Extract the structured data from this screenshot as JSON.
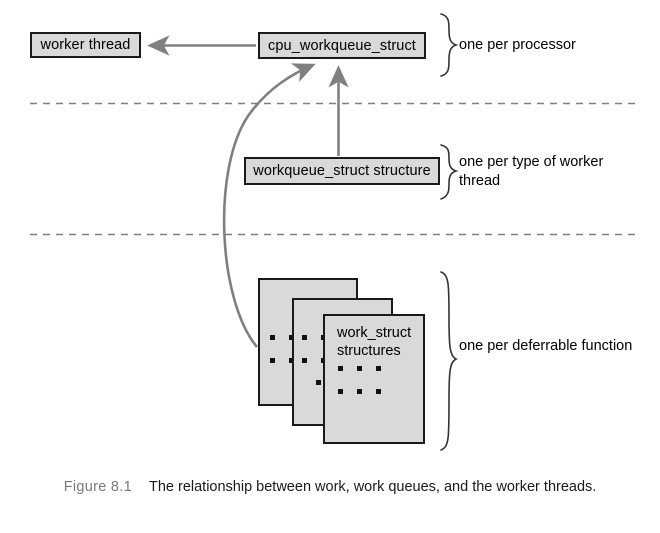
{
  "figure": {
    "number": "Figure 8.1",
    "caption": "The relationship between work, work queues, and the worker threads."
  },
  "boxes": {
    "worker_thread": "worker thread",
    "cpu_workqueue_struct": "cpu_workqueue_struct",
    "workqueue_struct": "workqueue_struct structure",
    "work_struct_line1": "work_struct",
    "work_struct_line2": "structures"
  },
  "annotations": {
    "tier1": "one per processor",
    "tier2": "one per type of worker thread",
    "tier3": "one per deferrable function"
  },
  "colors": {
    "box_fill": "#d9d9d9",
    "box_border": "#1a1a1a",
    "arrow": "#808080",
    "curve": "#808080",
    "divider": "#808080",
    "brace": "#333333",
    "caption_number": "#7a7a7a",
    "text": "#000000"
  },
  "chart_data": {
    "type": "diagram",
    "title": "The relationship between work, work queues, and the worker threads.",
    "tiers": [
      {
        "name": "one per processor",
        "nodes": [
          "worker thread",
          "cpu_workqueue_struct"
        ]
      },
      {
        "name": "one per type of worker thread",
        "nodes": [
          "workqueue_struct structure"
        ]
      },
      {
        "name": "one per deferrable function",
        "nodes": [
          "work_struct structures"
        ]
      }
    ],
    "edges": [
      {
        "from": "cpu_workqueue_struct",
        "to": "worker thread",
        "style": "straight-arrow"
      },
      {
        "from": "workqueue_struct structure",
        "to": "cpu_workqueue_struct",
        "style": "vertical-arrow"
      },
      {
        "from": "work_struct structures",
        "to": "cpu_workqueue_struct",
        "style": "curved-arrow"
      }
    ]
  }
}
